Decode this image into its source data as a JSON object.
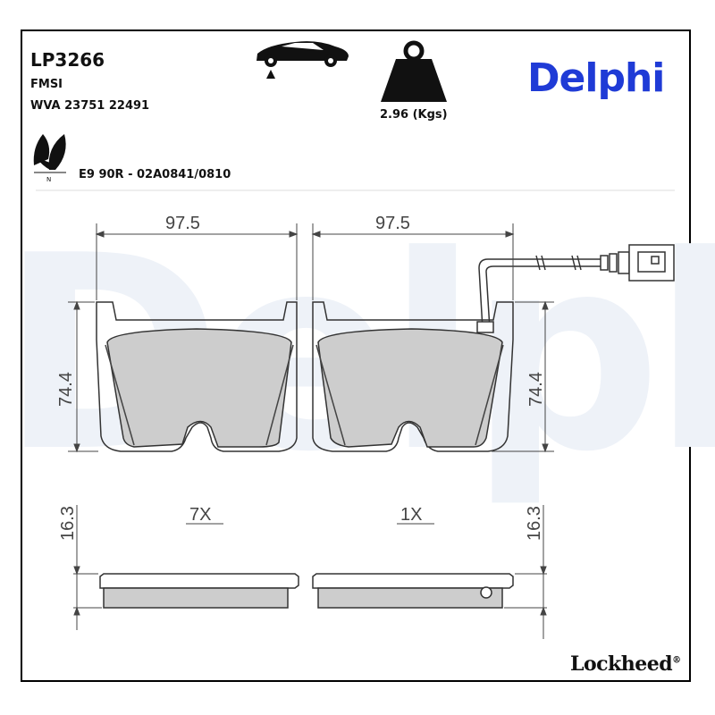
{
  "header": {
    "part_number": "LP3266",
    "fmsi_label": "FMSI",
    "wva_label": "WVA 23751 22491",
    "approval": "E9 90R - 02A0841/0810",
    "weight": "2.96 (Kgs)",
    "brand": "Delphi",
    "watermark": "Delphi"
  },
  "drawing": {
    "width_left": "97.5",
    "width_right": "97.5",
    "height_left": "74.4",
    "height_right": "74.4",
    "thickness_left": "16.3",
    "thickness_right": "16.3",
    "qty_left": "7X",
    "qty_right": "1X"
  },
  "footer": {
    "brand": "Lockheed",
    "reg": "®"
  },
  "icons": [
    "car-lift-icon",
    "weight-icon",
    "eco-leaf-icon"
  ]
}
